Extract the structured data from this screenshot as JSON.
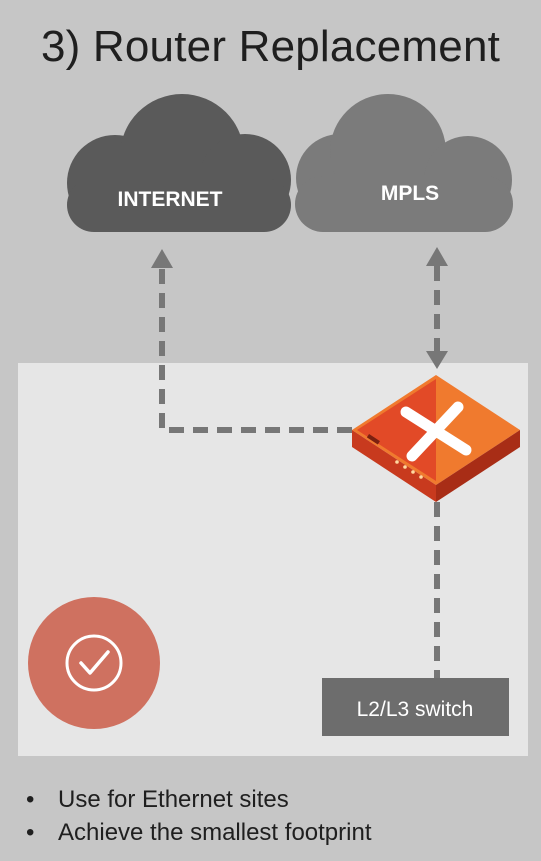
{
  "title": "3) Router Replacement",
  "clouds": {
    "internet": "INTERNET",
    "mpls": "MPLS"
  },
  "switch_label": "L2/L3 switch",
  "bullets": [
    "Use for Ethernet sites",
    "Achieve the smallest footprint"
  ],
  "bullet_glyph": "•",
  "icons": {
    "badge": "checkmark-circle-icon",
    "router": "router-x-icon"
  },
  "colors": {
    "background": "#c6c6c6",
    "site_panel": "#e6e6e6",
    "internet_cloud": "#5a5a5a",
    "mpls_cloud": "#7b7b7b",
    "connector": "#777777",
    "switch_box": "#6d6d6d",
    "router_orange": "#e8532b",
    "badge": "#cf7160"
  }
}
